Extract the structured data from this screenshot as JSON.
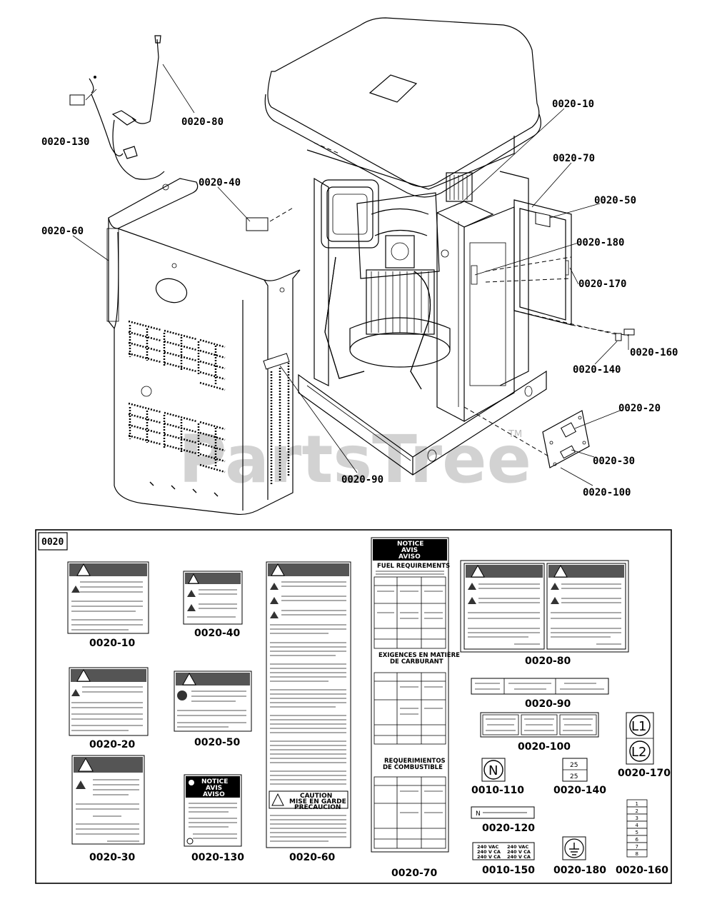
{
  "watermark": {
    "text": "PartsTree",
    "mark": "TM"
  },
  "exploded_view": {
    "callouts": {
      "c0020_130": "0020-130",
      "c0020_80": "0020-80",
      "c0020_10": "0020-10",
      "c0020_40": "0020-40",
      "c0020_70": "0020-70",
      "c0020_50": "0020-50",
      "c0020_60": "0020-60",
      "c0020_180": "0020-180",
      "c0020_170": "0020-170",
      "c0020_160": "0020-160",
      "c0020_140": "0020-140",
      "c0020_20": "0020-20",
      "c0020_30": "0020-30",
      "c0020_90": "0020-90",
      "c0020_100": "0020-100"
    }
  },
  "decal_kit": {
    "kit_number": "0020",
    "labels": {
      "l0020_10": "0020-10",
      "l0020_40": "0020-40",
      "l0020_20": "0020-20",
      "l0020_50": "0020-50",
      "l0020_30": "0020-30",
      "l0020_130": "0020-130",
      "l0020_60": "0020-60",
      "l0020_70": "0020-70",
      "l0020_80": "0020-80",
      "l0020_90": "0020-90",
      "l0020_100": "0020-100",
      "l0020_170": "0020-170",
      "l0010_110": "0010-110",
      "l0020_140": "0020-140",
      "l0020_120": "0020-120",
      "l0010_150": "0010-150",
      "l0020_180": "0020-180",
      "l0020_160": "0020-160"
    },
    "notice_70": {
      "line1": "NOTICE",
      "line2": "AVIS",
      "line3": "AVISO",
      "heading_en": "FUEL REQUIREMENTS",
      "heading_fr": "EXIGENCES EN MATIÈRE DE CARBURANT",
      "heading_es": "REQUERIMIENTOS DE COMBUSTIBLE"
    },
    "notice_130": {
      "line1": "NOTICE",
      "line2": "AVIS",
      "line3": "AVISO"
    },
    "caution_60": {
      "line1": "CAUTION",
      "line2": "MISE EN GARDE",
      "line3": "PRECAUCION"
    },
    "marker_170": {
      "l1": "L1",
      "l2": "L2"
    },
    "marker_110": {
      "n": "N"
    },
    "marker_120": {
      "n": "N"
    },
    "marker_140": {
      "top": "25",
      "bottom": "25"
    },
    "strip_160": [
      "1",
      "2",
      "3",
      "4",
      "5",
      "6",
      "7",
      "8"
    ],
    "label_150": {
      "row1_left": "240 VAC",
      "row1_right": "240 VAC",
      "row2_left": "240 V CA",
      "row2_right": "240 V CA",
      "row3_left": "240 V CA",
      "row3_right": "240 V CA"
    }
  }
}
